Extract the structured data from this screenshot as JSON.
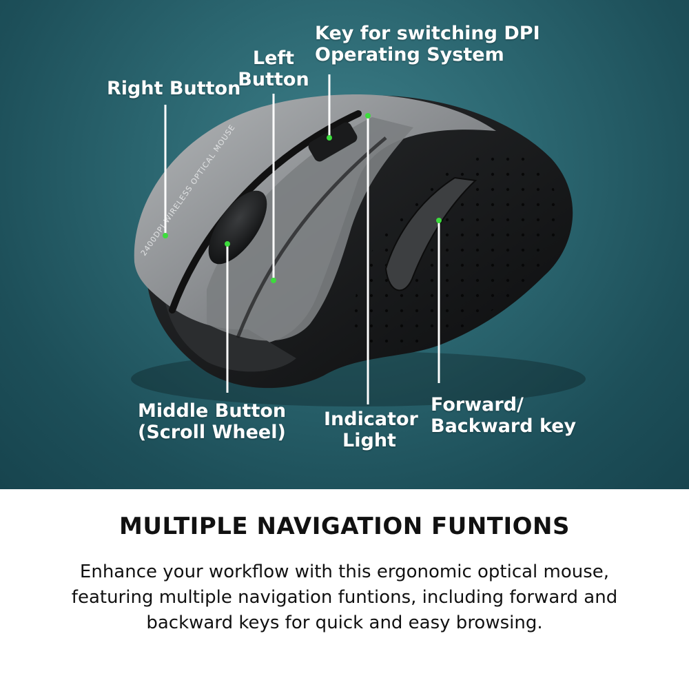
{
  "callouts": {
    "right_button": [
      "Right Button"
    ],
    "left_button": [
      "Left",
      "Button"
    ],
    "dpi_key": [
      "Key for switching DPI",
      "Operating System"
    ],
    "middle_button": [
      "Middle Button",
      "(Scroll Wheel)"
    ],
    "indicator_light": [
      "Indicator",
      "Light"
    ],
    "forward_backward": [
      "Forward/",
      "Backward key"
    ]
  },
  "mouse_print": "2400DPI WIRELESS OPTICAL MOUSE",
  "headline": "MULTIPLE NAVIGATION FUNTIONS",
  "description": "Enhance your workflow with this ergonomic optical mouse, featuring multiple navigation funtions, including forward and backward keys for quick and easy browsing.",
  "colors": {
    "background_teal": "#2b6670",
    "marker_green": "#3ddc3d",
    "mouse_grey": "#8a8d90",
    "mouse_black": "#151617"
  }
}
